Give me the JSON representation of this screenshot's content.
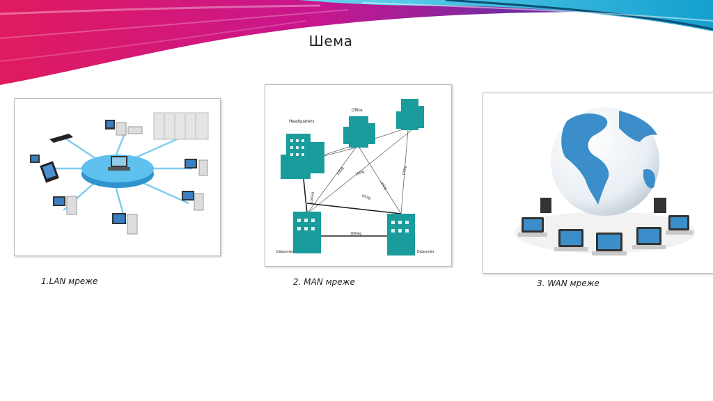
{
  "slide": {
    "title": "Шема"
  },
  "panels": [
    {
      "id": "lan",
      "caption": "1.LAN мреже"
    },
    {
      "id": "man",
      "caption": "2. MAN мреже",
      "nodes": {
        "headquarters": "Headquarters",
        "office": "Office",
        "datacenter_left": "Datacenter",
        "datacenter_right": "Datacenter"
      },
      "links": [
        "10Gig",
        "10Gig",
        "10Gig",
        "10Gig",
        "100Gig",
        "10Gig",
        "100Gig",
        "100Gig"
      ]
    },
    {
      "id": "wan",
      "caption": "3. WAN мреже"
    }
  ],
  "colors": {
    "teal_building": "#1a9c9c",
    "lan_hub": "#3aa8e0",
    "globe_land": "#3b8ec9",
    "banner_magenta": "#d4148a",
    "banner_blue": "#2aa7d8"
  }
}
